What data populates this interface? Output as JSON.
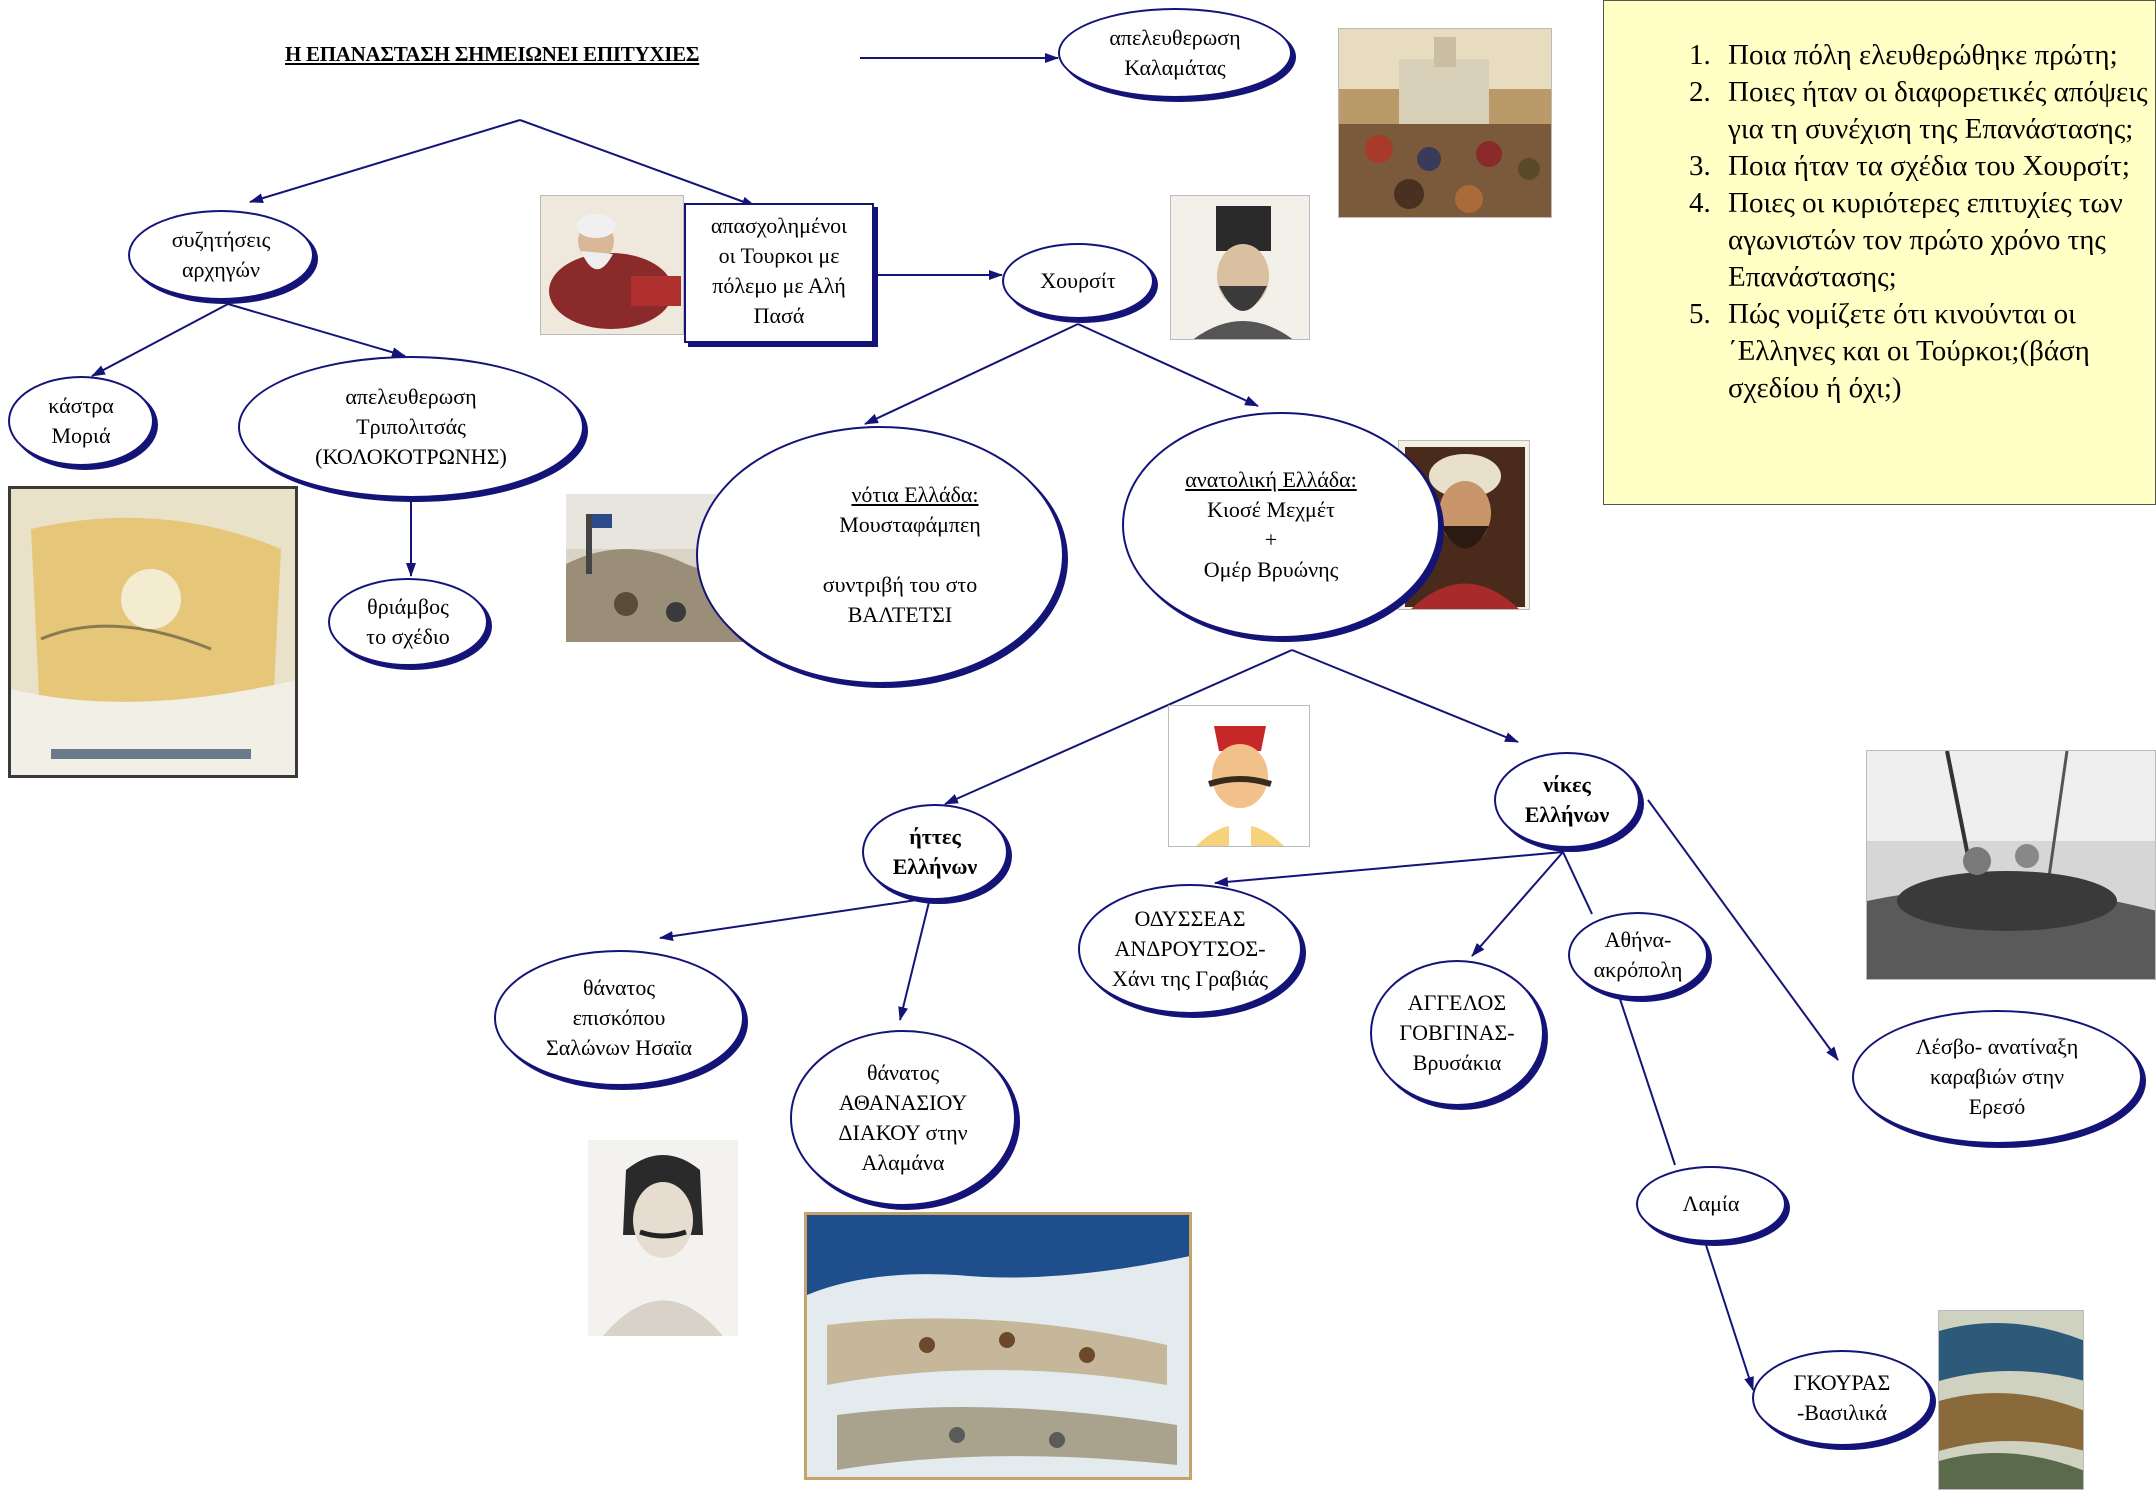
{
  "title": "Η ΕΠΑΝΑΣΤΑΣΗ ΣΗΜΕΙΩΝΕΙ ΕΠΙΤΥΧΙΕΣ",
  "colors": {
    "line": "#141478",
    "questions_bg": "#ffffc6"
  },
  "nodes": {
    "kalamata": [
      "απελευθερωση",
      "Καλαμάτας"
    ],
    "chiefs": [
      "συζητήσεις",
      "αρχηγών"
    ],
    "turks_busy": [
      "απασχολημένοι",
      "οι Τουρκοι με",
      "πόλεμο με Αλή",
      "Πασά"
    ],
    "khurshid": [
      "Χουρσίτ"
    ],
    "castles": [
      "κάστρα",
      "Μοριά"
    ],
    "tripolitsa": [
      "απελευθερωση",
      "Τριπολιτσάς",
      "(ΚΟΛΟΚΟΤΡΩΝΗΣ)"
    ],
    "triumph": [
      "θριάμβος",
      "το σχέδιο"
    ],
    "south": {
      "heading": "νότια Ελλάδα:",
      "lines": [
        "Μουσταφάμπεη",
        "",
        "συντριβή του στο",
        "ΒΑΛΤΕΤΣΙ"
      ]
    },
    "east": {
      "heading": "ανατολική Ελλάδα:",
      "lines": [
        "Κιοσέ Μεχμέτ",
        "+",
        "Ομέρ Βρυώνης"
      ]
    },
    "defeats": [
      "ήττες",
      "Ελλήνων"
    ],
    "victories": [
      "νίκες",
      "Ελλήνων"
    ],
    "isaias": [
      "θάνατος",
      "επισκόπου",
      "Σαλώνων Ησαϊα"
    ],
    "diakos": [
      "θάνατος",
      "ΑΘΑΝΑΣΙΟΥ",
      "ΔΙΑΚΟΥ στην",
      "Αλαμάνα"
    ],
    "odysseas": [
      "ΟΔΥΣΣΕΑΣ",
      "ΑΝΔΡΟΥΤΣΟΣ-",
      "Χάνι της Γραβιάς"
    ],
    "gouginas": [
      "ΑΓΓΕΛΟΣ",
      "ΓΟΒΓΙΝΑΣ-",
      "Βρυσάκια"
    ],
    "athens": [
      "Αθήνα-",
      "ακρόπολη"
    ],
    "lesvos": [
      "Λέσβο- ανατίναξη",
      "καραβιών στην",
      "Ερεσό"
    ],
    "lamia": [
      "Λαμία"
    ],
    "gouras": [
      "ΓΚΟΥΡΑΣ",
      "-Βασιλικά"
    ]
  },
  "questions": [
    "Ποια πόλη ελευθερώθηκε πρώτη;",
    "Ποιες ήταν οι διαφορετικές απόψεις για τη συνέχιση της Επανάστασης;",
    "Ποια ήταν τα σχέδια του Χουρσίτ;",
    "Ποιες οι κυριότερες επιτυχίες των αγωνιστών τον πρώτο χρόνο της Επανάστασης;",
    "Πώς νομίζετε ότι κινούνται οι ΄Ελληνες και οι Τούρκοι;(βάση σχεδίου ή όχι;)"
  ]
}
